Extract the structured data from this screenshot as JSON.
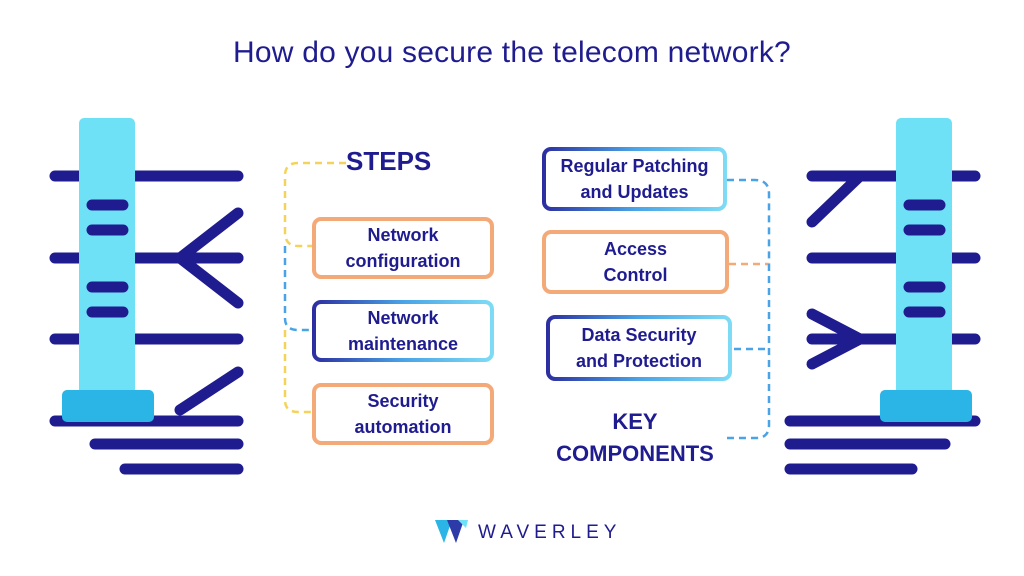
{
  "title": "How do you secure the telecom network?",
  "steps": {
    "heading": "STEPS",
    "items": [
      {
        "line1": "Network",
        "line2": "configuration"
      },
      {
        "line1": "Network",
        "line2": "maintenance"
      },
      {
        "line1": "Security",
        "line2": "automation"
      }
    ]
  },
  "components": {
    "heading_line1": "KEY",
    "heading_line2": "COMPONENTS",
    "items": [
      {
        "line1": "Regular Patching",
        "line2": "and Updates"
      },
      {
        "line1": "Access",
        "line2": "Control"
      },
      {
        "line1": "Data Security",
        "line2": "and Protection"
      }
    ]
  },
  "brand": {
    "name": "WAVERLEY"
  },
  "colors": {
    "navy": "#1f1c8f",
    "orange": "#f4a978",
    "tower_light": "#6fe1f7",
    "tower_base": "#2bb4e6",
    "dash_yellow": "#f5d35a",
    "dash_blue": "#4aa3e6"
  },
  "icons": [
    "telecom-tower-left-icon",
    "telecom-tower-right-icon",
    "waverley-logo-icon"
  ]
}
